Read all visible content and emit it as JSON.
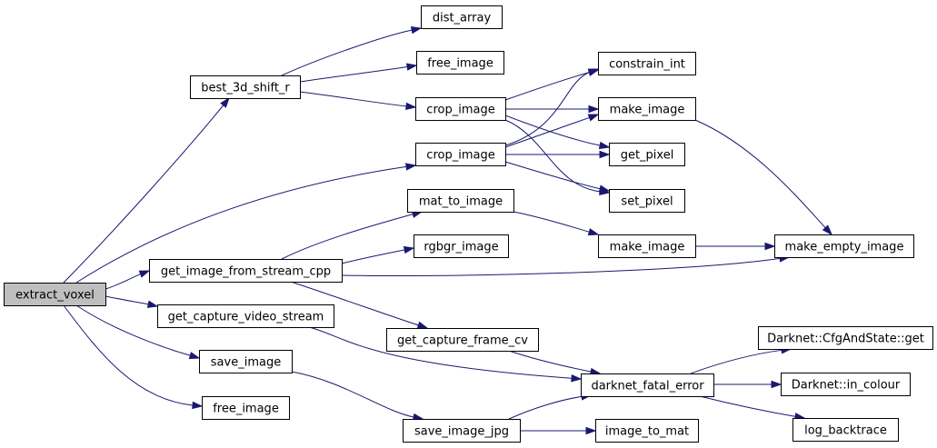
{
  "graph": {
    "edge_color": "#191970",
    "root_fill": "#bfbfbf",
    "nodes": [
      {
        "id": "extract_voxel",
        "label": "extract_voxel",
        "root": true
      },
      {
        "id": "best_3d_shift_r",
        "label": "best_3d_shift_r"
      },
      {
        "id": "dist_array",
        "label": "dist_array"
      },
      {
        "id": "free_image_a",
        "label": "free_image"
      },
      {
        "id": "crop_image_a",
        "label": "crop_image"
      },
      {
        "id": "crop_image_b",
        "label": "crop_image"
      },
      {
        "id": "constrain_int",
        "label": "constrain_int"
      },
      {
        "id": "make_image_a",
        "label": "make_image"
      },
      {
        "id": "get_pixel",
        "label": "get_pixel"
      },
      {
        "id": "set_pixel",
        "label": "set_pixel"
      },
      {
        "id": "mat_to_image",
        "label": "mat_to_image"
      },
      {
        "id": "rgbgr_image",
        "label": "rgbgr_image"
      },
      {
        "id": "make_image_b",
        "label": "make_image"
      },
      {
        "id": "make_empty_image",
        "label": "make_empty_image"
      },
      {
        "id": "get_image_from_stream_cpp",
        "label": "get_image_from_stream_cpp"
      },
      {
        "id": "get_capture_video_stream",
        "label": "get_capture_video_stream"
      },
      {
        "id": "get_capture_frame_cv",
        "label": "get_capture_frame_cv"
      },
      {
        "id": "save_image",
        "label": "save_image"
      },
      {
        "id": "free_image_b",
        "label": "free_image"
      },
      {
        "id": "save_image_jpg",
        "label": "save_image_jpg"
      },
      {
        "id": "image_to_mat",
        "label": "image_to_mat"
      },
      {
        "id": "darknet_fatal_error",
        "label": "darknet_fatal_error"
      },
      {
        "id": "cfg_get",
        "label": "Darknet::CfgAndState::get"
      },
      {
        "id": "in_colour",
        "label": "Darknet::in_colour"
      },
      {
        "id": "log_backtrace",
        "label": "log_backtrace"
      }
    ],
    "edges": [
      {
        "from": "extract_voxel",
        "to": "best_3d_shift_r"
      },
      {
        "from": "extract_voxel",
        "to": "crop_image_b"
      },
      {
        "from": "extract_voxel",
        "to": "get_image_from_stream_cpp"
      },
      {
        "from": "extract_voxel",
        "to": "get_capture_video_stream"
      },
      {
        "from": "extract_voxel",
        "to": "save_image"
      },
      {
        "from": "extract_voxel",
        "to": "free_image_b"
      },
      {
        "from": "best_3d_shift_r",
        "to": "dist_array"
      },
      {
        "from": "best_3d_shift_r",
        "to": "free_image_a"
      },
      {
        "from": "best_3d_shift_r",
        "to": "crop_image_a"
      },
      {
        "from": "crop_image_a",
        "to": "constrain_int"
      },
      {
        "from": "crop_image_a",
        "to": "make_image_a"
      },
      {
        "from": "crop_image_a",
        "to": "get_pixel"
      },
      {
        "from": "crop_image_a",
        "to": "set_pixel"
      },
      {
        "from": "crop_image_b",
        "to": "constrain_int"
      },
      {
        "from": "crop_image_b",
        "to": "make_image_a"
      },
      {
        "from": "crop_image_b",
        "to": "get_pixel"
      },
      {
        "from": "crop_image_b",
        "to": "set_pixel"
      },
      {
        "from": "make_image_a",
        "to": "make_empty_image"
      },
      {
        "from": "get_image_from_stream_cpp",
        "to": "mat_to_image"
      },
      {
        "from": "get_image_from_stream_cpp",
        "to": "rgbgr_image"
      },
      {
        "from": "get_image_from_stream_cpp",
        "to": "make_empty_image"
      },
      {
        "from": "get_image_from_stream_cpp",
        "to": "get_capture_frame_cv"
      },
      {
        "from": "mat_to_image",
        "to": "make_image_b"
      },
      {
        "from": "make_image_b",
        "to": "make_empty_image"
      },
      {
        "from": "get_capture_video_stream",
        "to": "darknet_fatal_error"
      },
      {
        "from": "get_capture_frame_cv",
        "to": "darknet_fatal_error"
      },
      {
        "from": "save_image",
        "to": "save_image_jpg"
      },
      {
        "from": "save_image_jpg",
        "to": "darknet_fatal_error"
      },
      {
        "from": "save_image_jpg",
        "to": "image_to_mat"
      },
      {
        "from": "darknet_fatal_error",
        "to": "cfg_get"
      },
      {
        "from": "darknet_fatal_error",
        "to": "in_colour"
      },
      {
        "from": "darknet_fatal_error",
        "to": "log_backtrace"
      }
    ]
  }
}
